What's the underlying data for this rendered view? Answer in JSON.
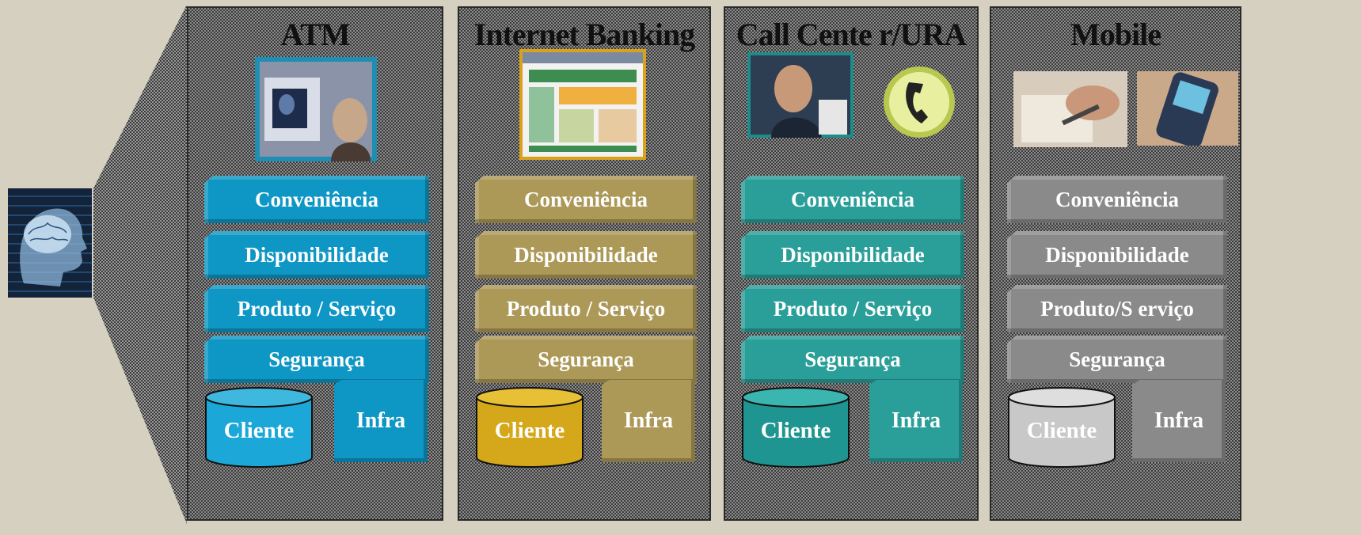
{
  "columns": [
    {
      "title": "ATM",
      "layers": [
        "Conveniência",
        "Disponibilidade",
        "Produto / Serviço",
        "Segurança"
      ],
      "cylinder": "Cliente",
      "infra": "Infra",
      "colors": {
        "layer": "#0e96c4",
        "cyl": "#1ba7d8",
        "cyl_top": "#3fb8e0",
        "infra": "#0e96c4"
      }
    },
    {
      "title": "Internet Banking",
      "layers": [
        "Conveniência",
        "Disponibilidade",
        "Produto / Serviço",
        "Segurança"
      ],
      "cylinder": "Cliente",
      "infra": "Infra",
      "colors": {
        "layer": "#ac9857",
        "cyl": "#d4a81a",
        "cyl_top": "#e8c035",
        "infra": "#ac9857"
      }
    },
    {
      "title": "Call Cente r/URA",
      "layers": [
        "Conveniência",
        "Disponibilidade",
        "Produto / Serviço",
        "Segurança"
      ],
      "cylinder": "Cliente",
      "infra": "Infra",
      "colors": {
        "layer": "#2a9e99",
        "cyl": "#1f9591",
        "cyl_top": "#3ab5b0",
        "infra": "#2a9e99"
      }
    },
    {
      "title": "Mobile",
      "layers": [
        "Conveniência",
        "Disponibilidade",
        "Produto/S erviço",
        "Segurança"
      ],
      "cylinder": "Cliente",
      "infra": "Infra",
      "colors": {
        "layer": "#8a8a8a",
        "cyl": "#c8c8c8",
        "cyl_top": "#dedede",
        "infra": "#8a8a8a"
      }
    }
  ],
  "icons": {
    "brain": "human-head-brain-icon",
    "atm_photo": "atm-person-photo-icon",
    "ib_photo": "internet-banking-screenshot-icon",
    "cc_photo": "call-center-agent-photo-icon",
    "phone": "telephone-handset-icon",
    "mobile_hand": "hand-writing-photo-icon",
    "mobile_phone": "mobile-phone-photo-icon"
  }
}
